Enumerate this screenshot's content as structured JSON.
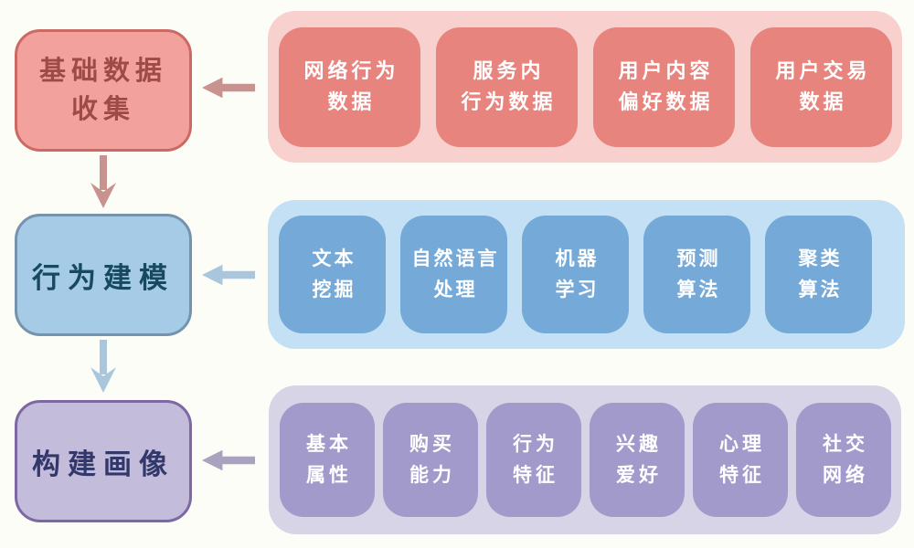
{
  "diagram": {
    "background": "#fdfdf8",
    "rows": [
      {
        "stage": {
          "line1": "基础数据",
          "line2": "收集"
        },
        "items": [
          {
            "line1": "网络行为",
            "line2": "数据"
          },
          {
            "line1": "服务内",
            "line2": "行为数据"
          },
          {
            "line1": "用户内容",
            "line2": "偏好数据"
          },
          {
            "line1": "用户交易",
            "line2": "数据"
          }
        ],
        "colors": {
          "stage_bg": "#f2a19c",
          "stage_border": "#cb6a64",
          "stage_text": "#9e4a47",
          "panel_bg": "#f8d1ce",
          "item_bg": "#e8847e",
          "item_text": "#ffffff",
          "arrow": "#c8928e"
        }
      },
      {
        "stage": {
          "line1": "行为建模"
        },
        "items": [
          {
            "line1": "文本",
            "line2": "挖掘"
          },
          {
            "line1": "自然语言",
            "line2": "处理"
          },
          {
            "line1": "机器",
            "line2": "学习"
          },
          {
            "line1": "预测",
            "line2": "算法"
          },
          {
            "line1": "聚类",
            "line2": "算法"
          }
        ],
        "colors": {
          "stage_bg": "#a5cbe7",
          "stage_border": "#7593ad",
          "stage_text": "#17495f",
          "panel_bg": "#c4e0f5",
          "item_bg": "#74a9d8",
          "item_text": "#ffffff",
          "arrow": "#a9c6dd"
        }
      },
      {
        "stage": {
          "line1": "构建画像"
        },
        "items": [
          {
            "line1": "基本",
            "line2": "属性"
          },
          {
            "line1": "购买",
            "line2": "能力"
          },
          {
            "line1": "行为",
            "line2": "特征"
          },
          {
            "line1": "兴趣",
            "line2": "爱好"
          },
          {
            "line1": "心理",
            "line2": "特征"
          },
          {
            "line1": "社交",
            "line2": "网络"
          }
        ],
        "colors": {
          "stage_bg": "#c4bcdb",
          "stage_border": "#7c68a2",
          "stage_text": "#32386b",
          "panel_bg": "#d8d4e8",
          "item_bg": "#a19aca",
          "item_text": "#ffffff",
          "arrow": "#a9a3bf"
        }
      }
    ]
  }
}
